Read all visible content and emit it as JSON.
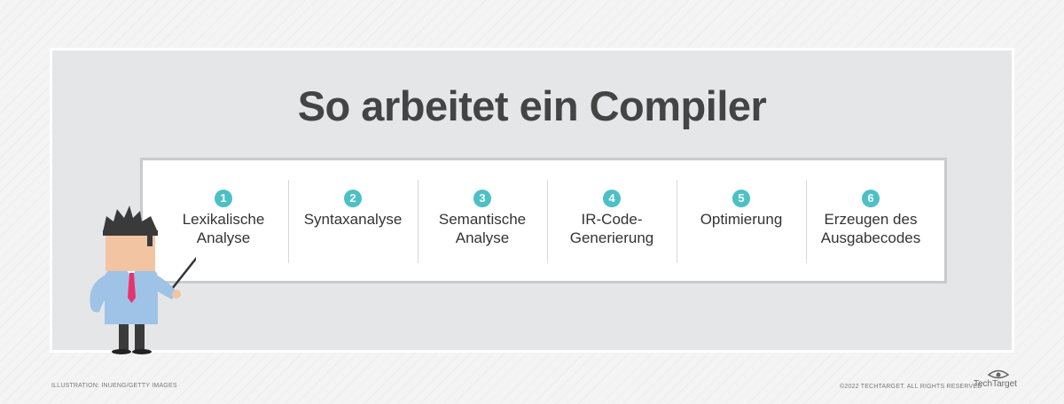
{
  "title": "So arbeitet ein Compiler",
  "steps": [
    {
      "number": "1",
      "label": "Lexikalische\nAnalyse"
    },
    {
      "number": "2",
      "label": "Syntaxanalyse"
    },
    {
      "number": "3",
      "label": "Semantische\nAnalyse"
    },
    {
      "number": "4",
      "label": "IR-Code-\nGenerierung"
    },
    {
      "number": "5",
      "label": "Optimierung"
    },
    {
      "number": "6",
      "label": "Erzeugen des\nAusgabecodes"
    }
  ],
  "footer": {
    "credit": "ILLUSTRATION: INUENG/GETTY IMAGES",
    "copyright": "©2022 TECHTARGET. ALL RIGHTS RESERVED",
    "logo": "TechTarget"
  },
  "colors": {
    "accent": "#4cc0c6",
    "title": "#444444",
    "panel": "#e5e6e8",
    "tie": "#e8336f",
    "shirt": "#9ec3e6"
  },
  "icons": [
    "presenter-illustration",
    "eye-logo-icon"
  ]
}
